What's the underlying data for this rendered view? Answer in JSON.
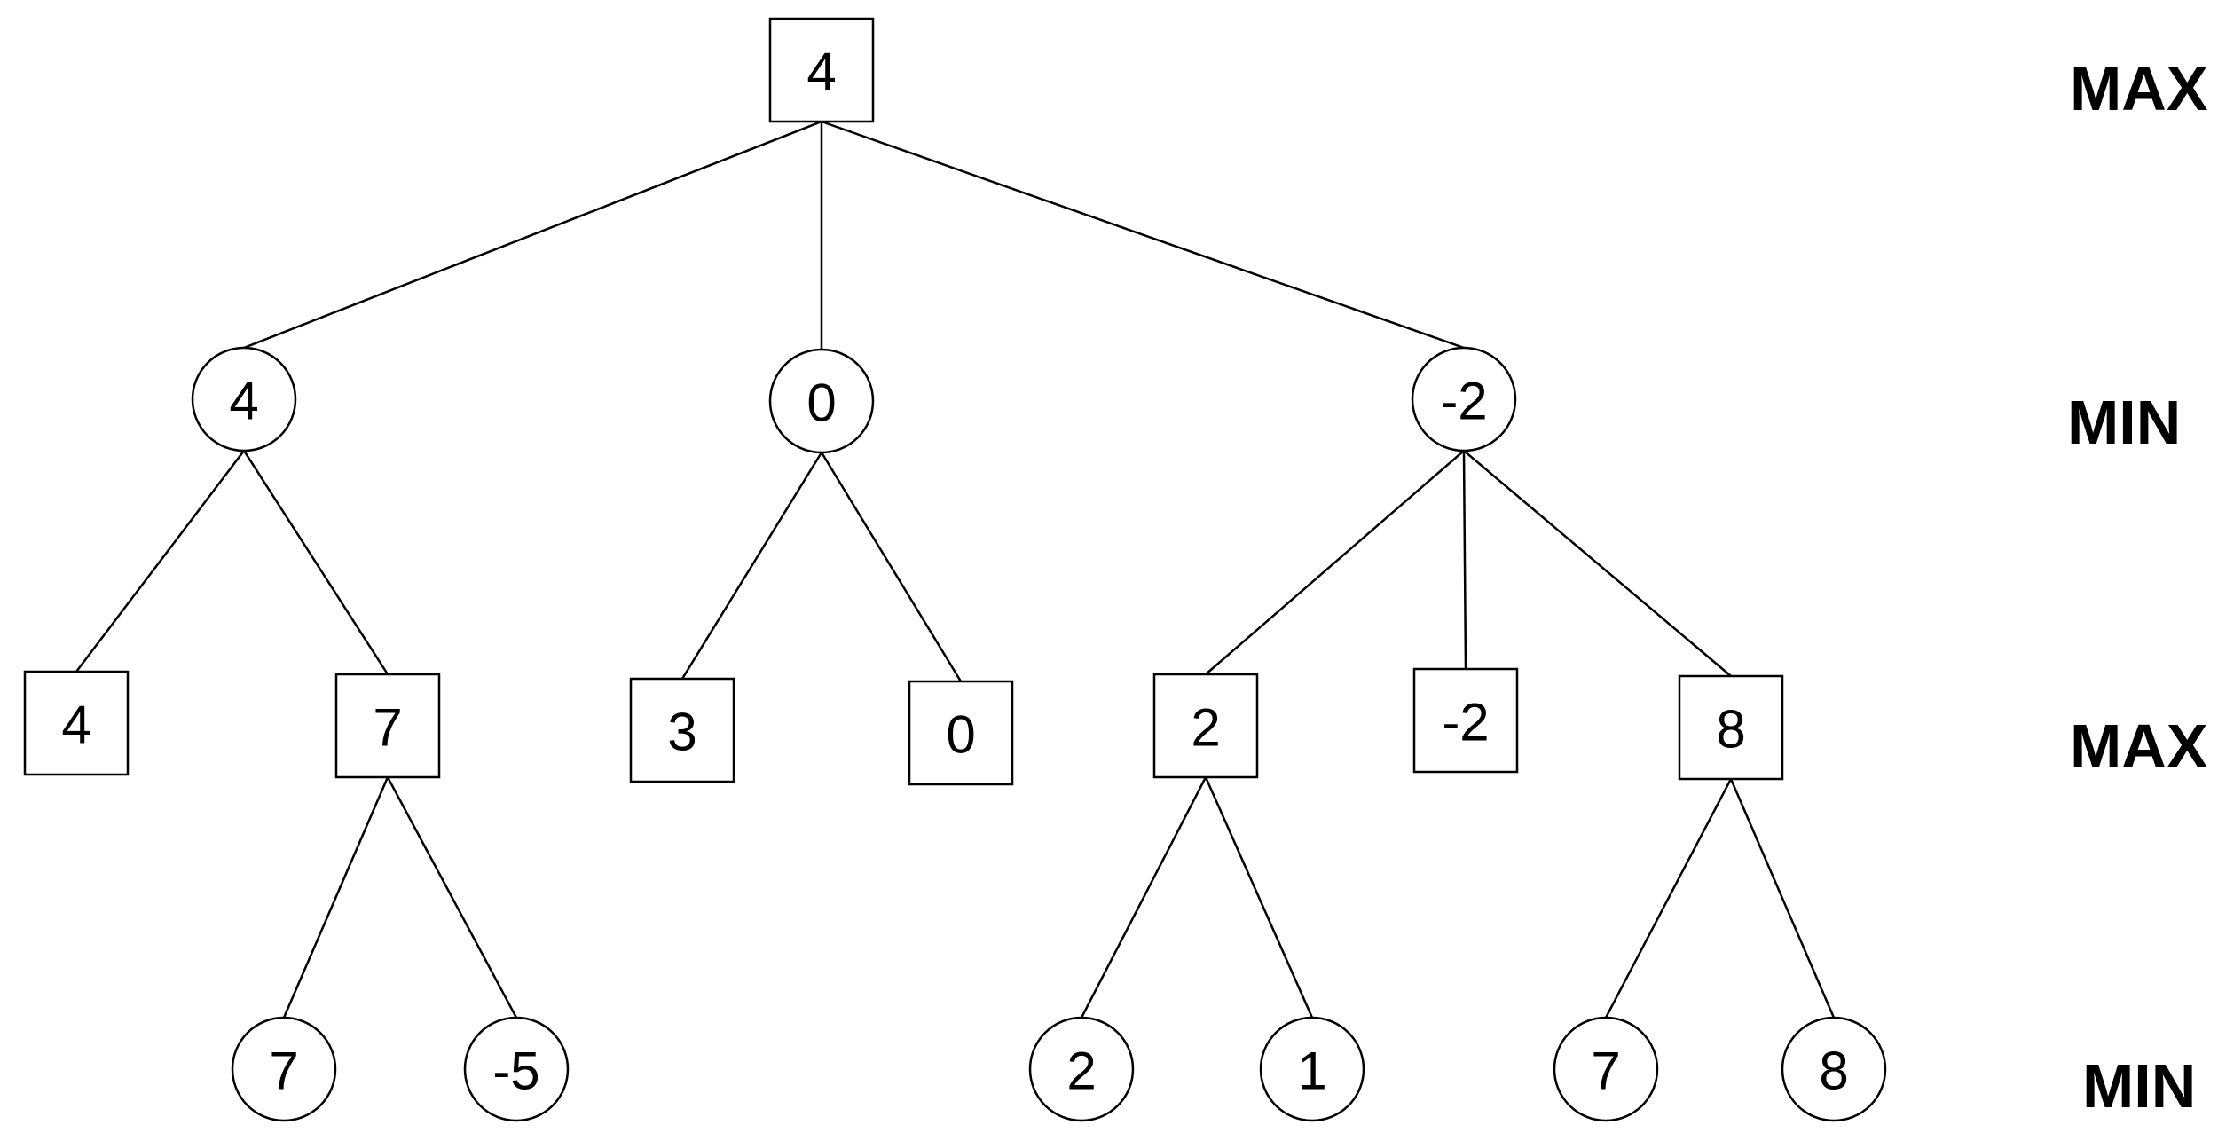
{
  "level_labels": [
    "MAX",
    "MIN",
    "MAX",
    "MIN"
  ],
  "nodes": {
    "root": {
      "shape": "square",
      "value": "4"
    },
    "a": {
      "shape": "circle",
      "value": "4"
    },
    "b": {
      "shape": "circle",
      "value": "0"
    },
    "c": {
      "shape": "circle",
      "value": "-2"
    },
    "a1": {
      "shape": "square",
      "value": "4"
    },
    "a2": {
      "shape": "square",
      "value": "7"
    },
    "b1": {
      "shape": "square",
      "value": "3"
    },
    "b2": {
      "shape": "square",
      "value": "0"
    },
    "c1": {
      "shape": "square",
      "value": "2"
    },
    "c2": {
      "shape": "square",
      "value": "-2"
    },
    "c3": {
      "shape": "square",
      "value": "8"
    },
    "a2a": {
      "shape": "circle",
      "value": "7"
    },
    "a2b": {
      "shape": "circle",
      "value": "-5"
    },
    "c1a": {
      "shape": "circle",
      "value": "2"
    },
    "c1b": {
      "shape": "circle",
      "value": "1"
    },
    "c3a": {
      "shape": "circle",
      "value": "7"
    },
    "c3b": {
      "shape": "circle",
      "value": "8"
    }
  },
  "edges": [
    [
      "root",
      "a"
    ],
    [
      "root",
      "b"
    ],
    [
      "root",
      "c"
    ],
    [
      "a",
      "a1"
    ],
    [
      "a",
      "a2"
    ],
    [
      "b",
      "b1"
    ],
    [
      "b",
      "b2"
    ],
    [
      "c",
      "c1"
    ],
    [
      "c",
      "c2"
    ],
    [
      "c",
      "c3"
    ],
    [
      "a2",
      "a2a"
    ],
    [
      "a2",
      "a2b"
    ],
    [
      "c1",
      "c1a"
    ],
    [
      "c1",
      "c1b"
    ],
    [
      "c3",
      "c3a"
    ],
    [
      "c3",
      "c3b"
    ]
  ]
}
